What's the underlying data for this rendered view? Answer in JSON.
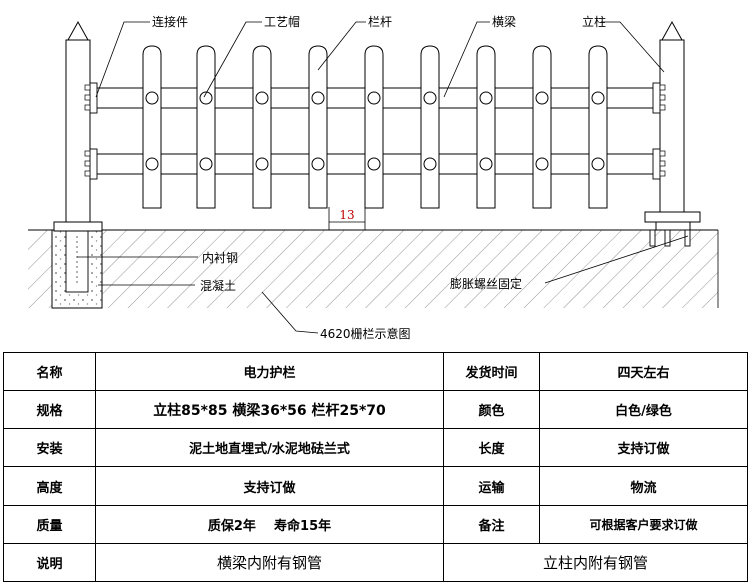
{
  "diagram": {
    "labels": {
      "connector": "连接件",
      "cap": "工艺帽",
      "picket": "栏杆",
      "rail": "横梁",
      "post": "立柱",
      "inner_steel": "内衬钢",
      "concrete": "混凝土",
      "expansion_bolt": "膨胀螺丝固定",
      "caption": "4620栅栏示意图",
      "dimension": "13"
    }
  },
  "table": {
    "rows": [
      [
        {
          "text": "名称"
        },
        {
          "text": "电力护栏"
        },
        {
          "text": "发货时间"
        },
        {
          "text": "四天左右"
        }
      ],
      [
        {
          "text": "规格"
        },
        {
          "text": "立柱85*85  横梁36*56  栏杆25*70"
        },
        {
          "text": "颜色"
        },
        {
          "text": "白色/绿色"
        }
      ],
      [
        {
          "text": "安装"
        },
        {
          "text": "泥土地直埋式/水泥地砝兰式"
        },
        {
          "text": "长度"
        },
        {
          "text": "支持订做"
        }
      ],
      [
        {
          "text": "高度"
        },
        {
          "text": "支持订做"
        },
        {
          "text": "运输"
        },
        {
          "text": "物流"
        }
      ],
      [
        {
          "text": "质量"
        },
        {
          "text": "质保2年    寿命15年"
        },
        {
          "text": "备注"
        },
        {
          "text": "可根据客户要求订做"
        }
      ]
    ],
    "last_row": {
      "label": "说明",
      "left_note": "横梁内附有钢管",
      "right_note": "立柱内附有钢管"
    }
  }
}
